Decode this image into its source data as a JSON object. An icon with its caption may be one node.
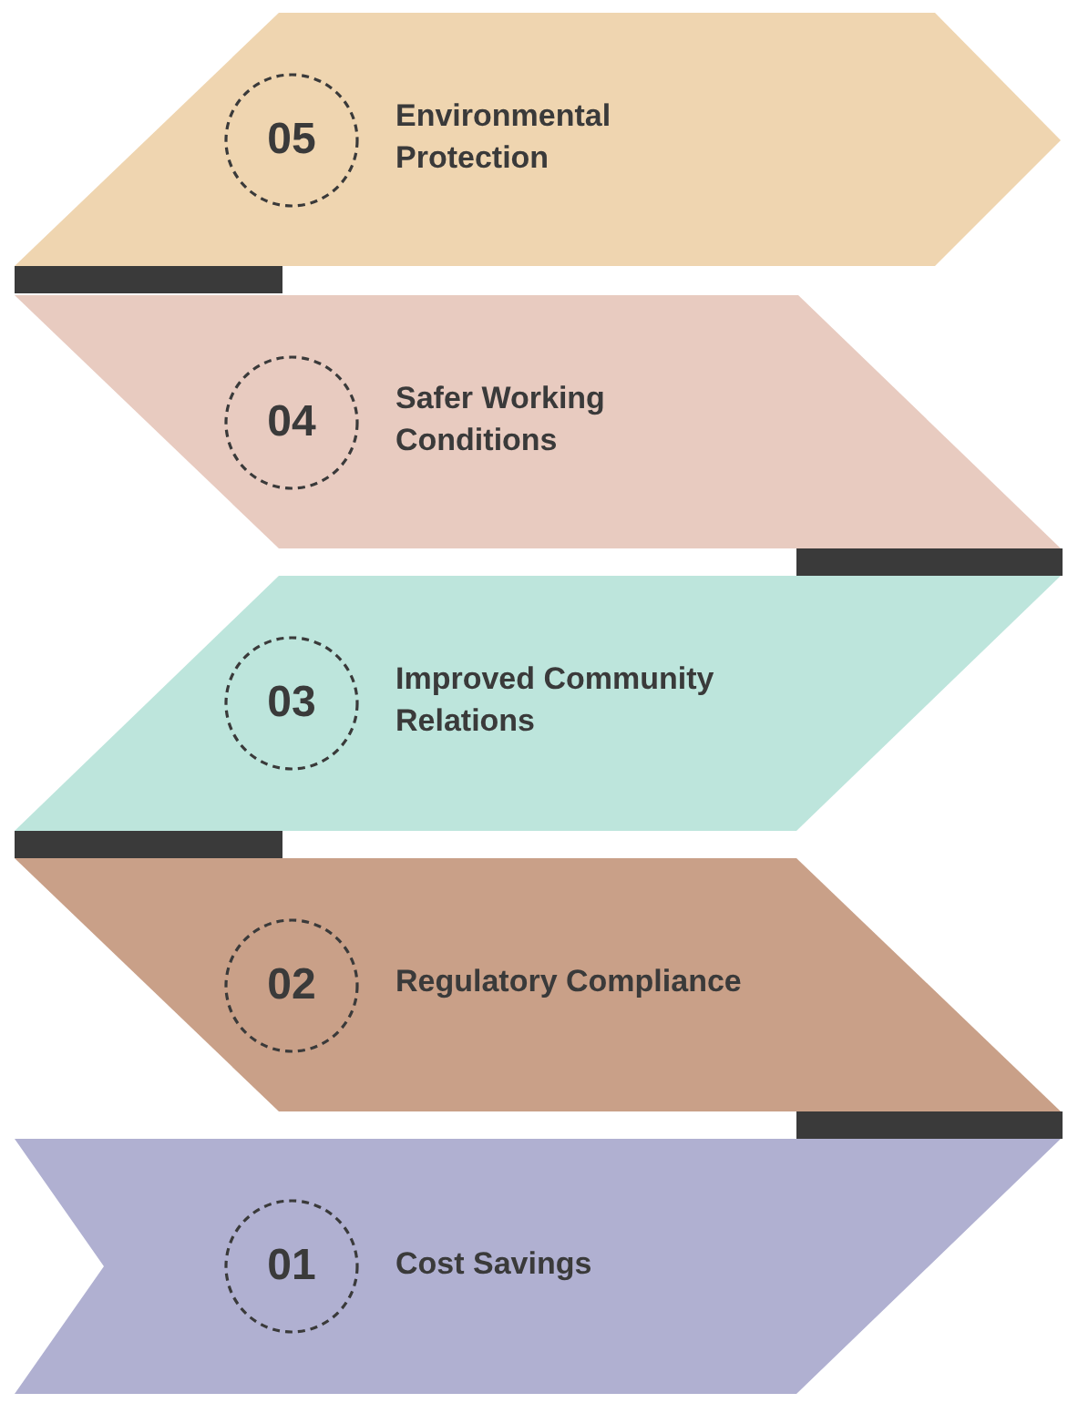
{
  "diagram": {
    "nodes": [
      {
        "text": [
          "Environmental Protection"
        ]
      },
      {
        "text": [
          "05"
        ],
        "in": 0
      },
      {
        "text": [
          "Safer Working Conditions"
        ]
      },
      {
        "text": [
          "04"
        ],
        "in": 2
      },
      {
        "text": [
          "Improved Community Relations"
        ]
      },
      {
        "text": [
          "03"
        ],
        "in": 4
      },
      {
        "text": [
          "Regulatory Compliance"
        ]
      },
      {
        "text": [
          "02"
        ],
        "in": 6
      },
      {
        "text": [
          "Cost Savings"
        ]
      },
      {
        "text": [
          "01"
        ],
        "in": 8
      }
    ]
  }
}
